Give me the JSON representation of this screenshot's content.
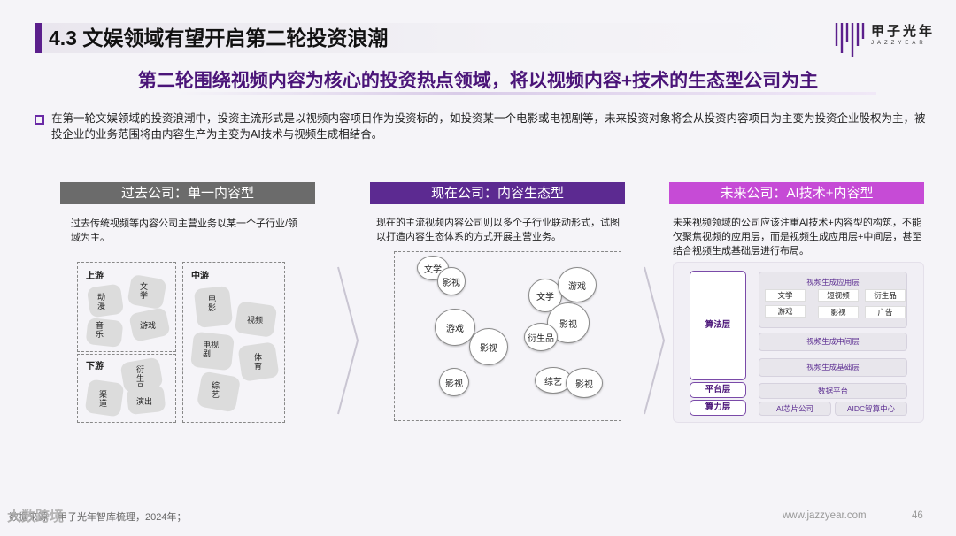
{
  "header": {
    "title": "4.3 文娱领域有望开启第二轮投资浪潮",
    "logo_cn": "甲子光年",
    "logo_en": "JAZZYEAR"
  },
  "subtitle": "第二轮围绕视频内容为核心的投资热点领域，将以视频内容+技术的生态型公司为主",
  "intro": "在第一轮文娱领域的投资浪潮中，投资主流形式是以视频内容项目作为投资标的，如投资某一个电影或电视剧等，未来投资对象将会从投资内容项目为主变为投资企业股权为主，被投企业的业务范围将由内容生产为主变为AI技术与视频生成相结合。",
  "col1": {
    "header": "过去公司：单一内容型",
    "header_color": "#6b6b6b",
    "desc": "过去传统视频等内容公司主营业务以某一个子行业/领域为主。",
    "upstream": "上游",
    "midstream": "中游",
    "downstream": "下游",
    "up_pieces": [
      "动漫",
      "文学",
      "音乐",
      "游戏"
    ],
    "mid_pieces": [
      "电影",
      "视频",
      "电视剧",
      "体育",
      "综艺"
    ],
    "down_pieces": [
      "衍生品",
      "渠道",
      "演出"
    ]
  },
  "col2": {
    "header": "现在公司：内容生态型",
    "header_color": "#5c2a91",
    "desc": "现在的主流视频内容公司则以多个子行业联动形式，试图以打造内容生态体系的方式开展主营业务。",
    "bubbles": [
      "文学",
      "影视",
      "游戏",
      "影视",
      "影视",
      "文学",
      "游戏",
      "影视",
      "衍生品",
      "综艺",
      "影视"
    ]
  },
  "col3": {
    "header": "未来公司：AI技术+内容型",
    "header_color": "#c64bd6",
    "desc": "未来视频领域的公司应该注重AI技术+内容型的构筑，不能仅聚焦视频的应用层，而是视频生成应用层+中间层，甚至结合视频生成基础层进行布局。",
    "algo": "算法层",
    "platform": "平台层",
    "compute": "算力层",
    "app_layer": "视频生成应用层",
    "app_items": [
      "文学",
      "短视频",
      "衍生品",
      "游戏",
      "影视",
      "广告"
    ],
    "mid_layer": "视频生成中间层",
    "base_layer": "视频生成基础层",
    "data_platform": "数据平台",
    "chip": "AI芯片公司",
    "aidc": "AIDC智算中心"
  },
  "footer": {
    "source": "数据来源：甲子光年智库梳理，2024年；",
    "url": "www.jazzyear.com",
    "page": "46",
    "watermark": "大数跨境"
  }
}
